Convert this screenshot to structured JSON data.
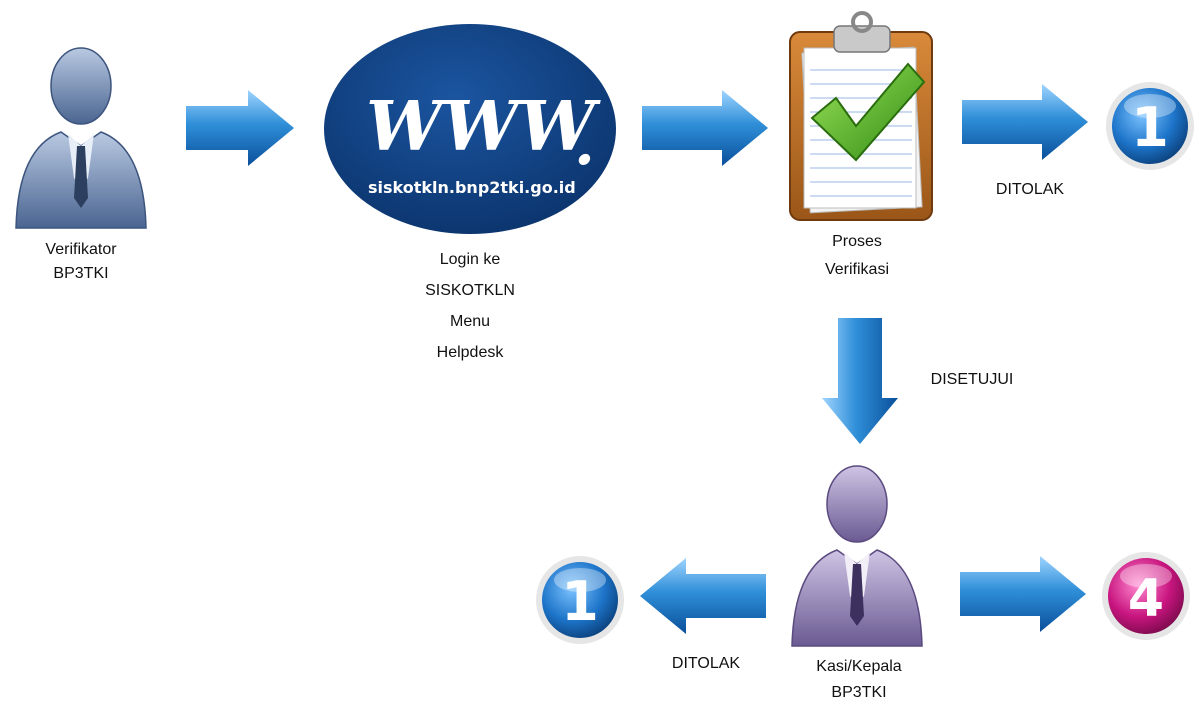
{
  "nodes": {
    "verifikator": {
      "line1": "Verifikator",
      "line2": "BP3TKI"
    },
    "website": {
      "www": "WWW",
      "dot": ".",
      "url": "siskotkln.bnp2tki.go.id",
      "caption": [
        "Login ke",
        "SISKOTKLN",
        "Menu",
        "Helpdesk"
      ]
    },
    "proses": {
      "line1": "Proses",
      "line2": "Verifikasi"
    },
    "kasi": {
      "line1": "Kasi/Kepala",
      "line2": "BP3TKI"
    },
    "step_top_right": {
      "number": "1",
      "color": "#1d74c9"
    },
    "step_bottom_left": {
      "number": "1",
      "color": "#1d74c9"
    },
    "step_bottom_right": {
      "number": "4",
      "color": "#c8157f"
    }
  },
  "edges": {
    "rejected_top": "DITOLAK",
    "approved": "DISETUJUI",
    "rejected_bottom": "DITOLAK"
  },
  "colors": {
    "arrow": "#2f8fd8",
    "person_blue": "#6f86ad",
    "person_purple": "#8f7fb0",
    "globe": "#0f3f7e"
  }
}
